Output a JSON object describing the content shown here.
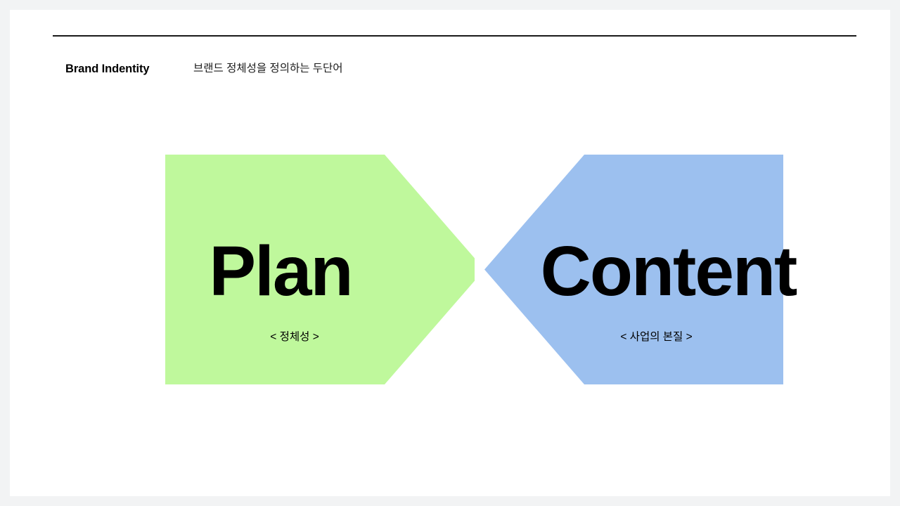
{
  "slide": {
    "background_color": "#ffffff",
    "canvas_color": "#f2f3f4"
  },
  "header": {
    "title": "Brand Indentity",
    "subtitle": "브랜드 정체성을 정의하는 두단어",
    "rule_color": "#1a1a1a"
  },
  "diagram": {
    "type": "two-opposing-chevrons",
    "blocks": [
      {
        "id": "plan",
        "title": "Plan",
        "caption": "< 정체성 >",
        "fill_color": "#bff89c",
        "text_color": "#000000",
        "direction": "right"
      },
      {
        "id": "content",
        "title": "Content",
        "caption": "< 사업의 본질 >",
        "fill_color": "#9cc0ef",
        "text_color": "#000000",
        "direction": "left"
      }
    ]
  }
}
